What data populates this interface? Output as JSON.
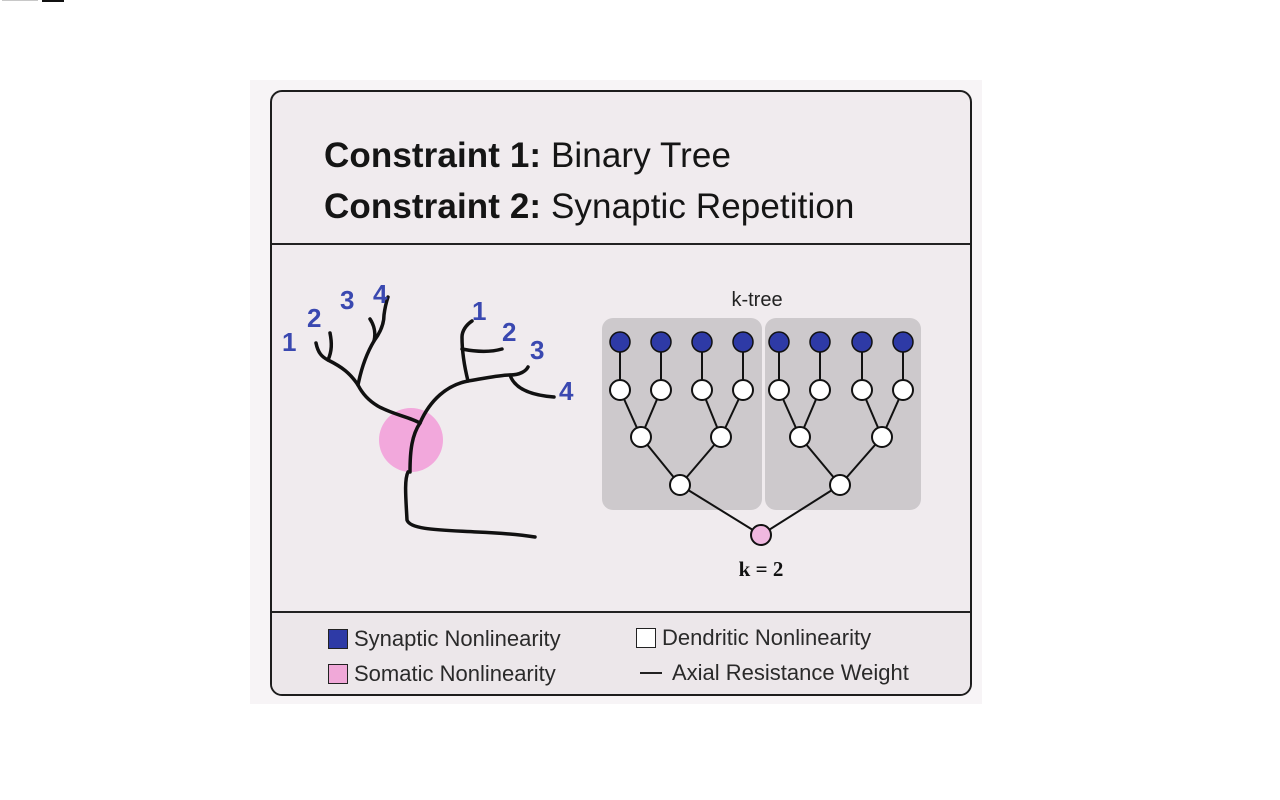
{
  "header": {
    "constraint1_label": "Constraint 1:",
    "constraint1_text": "Binary Tree",
    "constraint2_label": "Constraint 2:",
    "constraint2_text": "Synaptic Repetition"
  },
  "dendrite": {
    "left_branch_labels": [
      "1",
      "2",
      "3",
      "4"
    ],
    "right_branch_labels": [
      "1",
      "2",
      "3",
      "4"
    ]
  },
  "ktree": {
    "title": "k-tree",
    "k_label": "k = 2"
  },
  "legend": {
    "synaptic": "Synaptic Nonlinearity",
    "dendritic": "Dendritic Nonlinearity",
    "somatic": "Somatic Nonlinearity",
    "axial": "Axial Resistance Weight"
  },
  "colors": {
    "synaptic_blue": "#2e3aa6",
    "soma_pink": "#f2a8dc",
    "ktree_pink": "#f0b8e0",
    "label_blue": "#3a48b0",
    "box_gray": "#cdc9cc"
  }
}
